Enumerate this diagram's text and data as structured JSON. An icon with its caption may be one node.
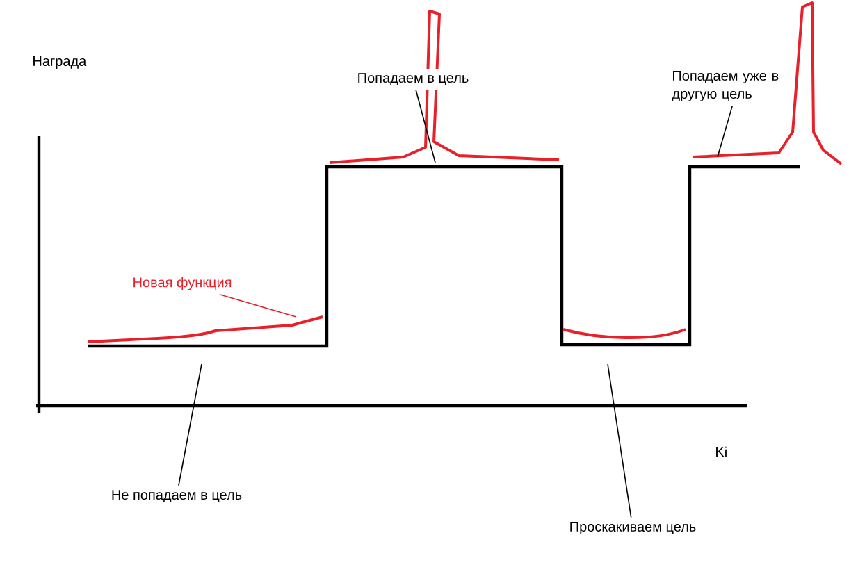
{
  "diagram": {
    "nodes": [
      {
        "text": [
          "Попадаем в цель"
        ]
      },
      {
        "text": [
          "Попадаем уже в другую цель"
        ]
      },
      {
        "text": [
          "Новая функция"
        ]
      },
      {
        "text": [
          "Не попадаем в цель"
        ]
      },
      {
        "text": [
          "Проскакиваем цель"
        ]
      }
    ],
    "edges": [
      {
        "from": 0,
        "to": null,
        "arrow": "none"
      },
      {
        "from": 1,
        "to": null,
        "arrow": "none"
      },
      {
        "from": 2,
        "to": null,
        "arrow": "none",
        "color": "#e8202a"
      },
      {
        "from": 3,
        "to": null,
        "arrow": "none"
      },
      {
        "from": 4,
        "to": null,
        "arrow": "none"
      }
    ],
    "labels": [
      "Награда",
      "Ki"
    ]
  }
}
